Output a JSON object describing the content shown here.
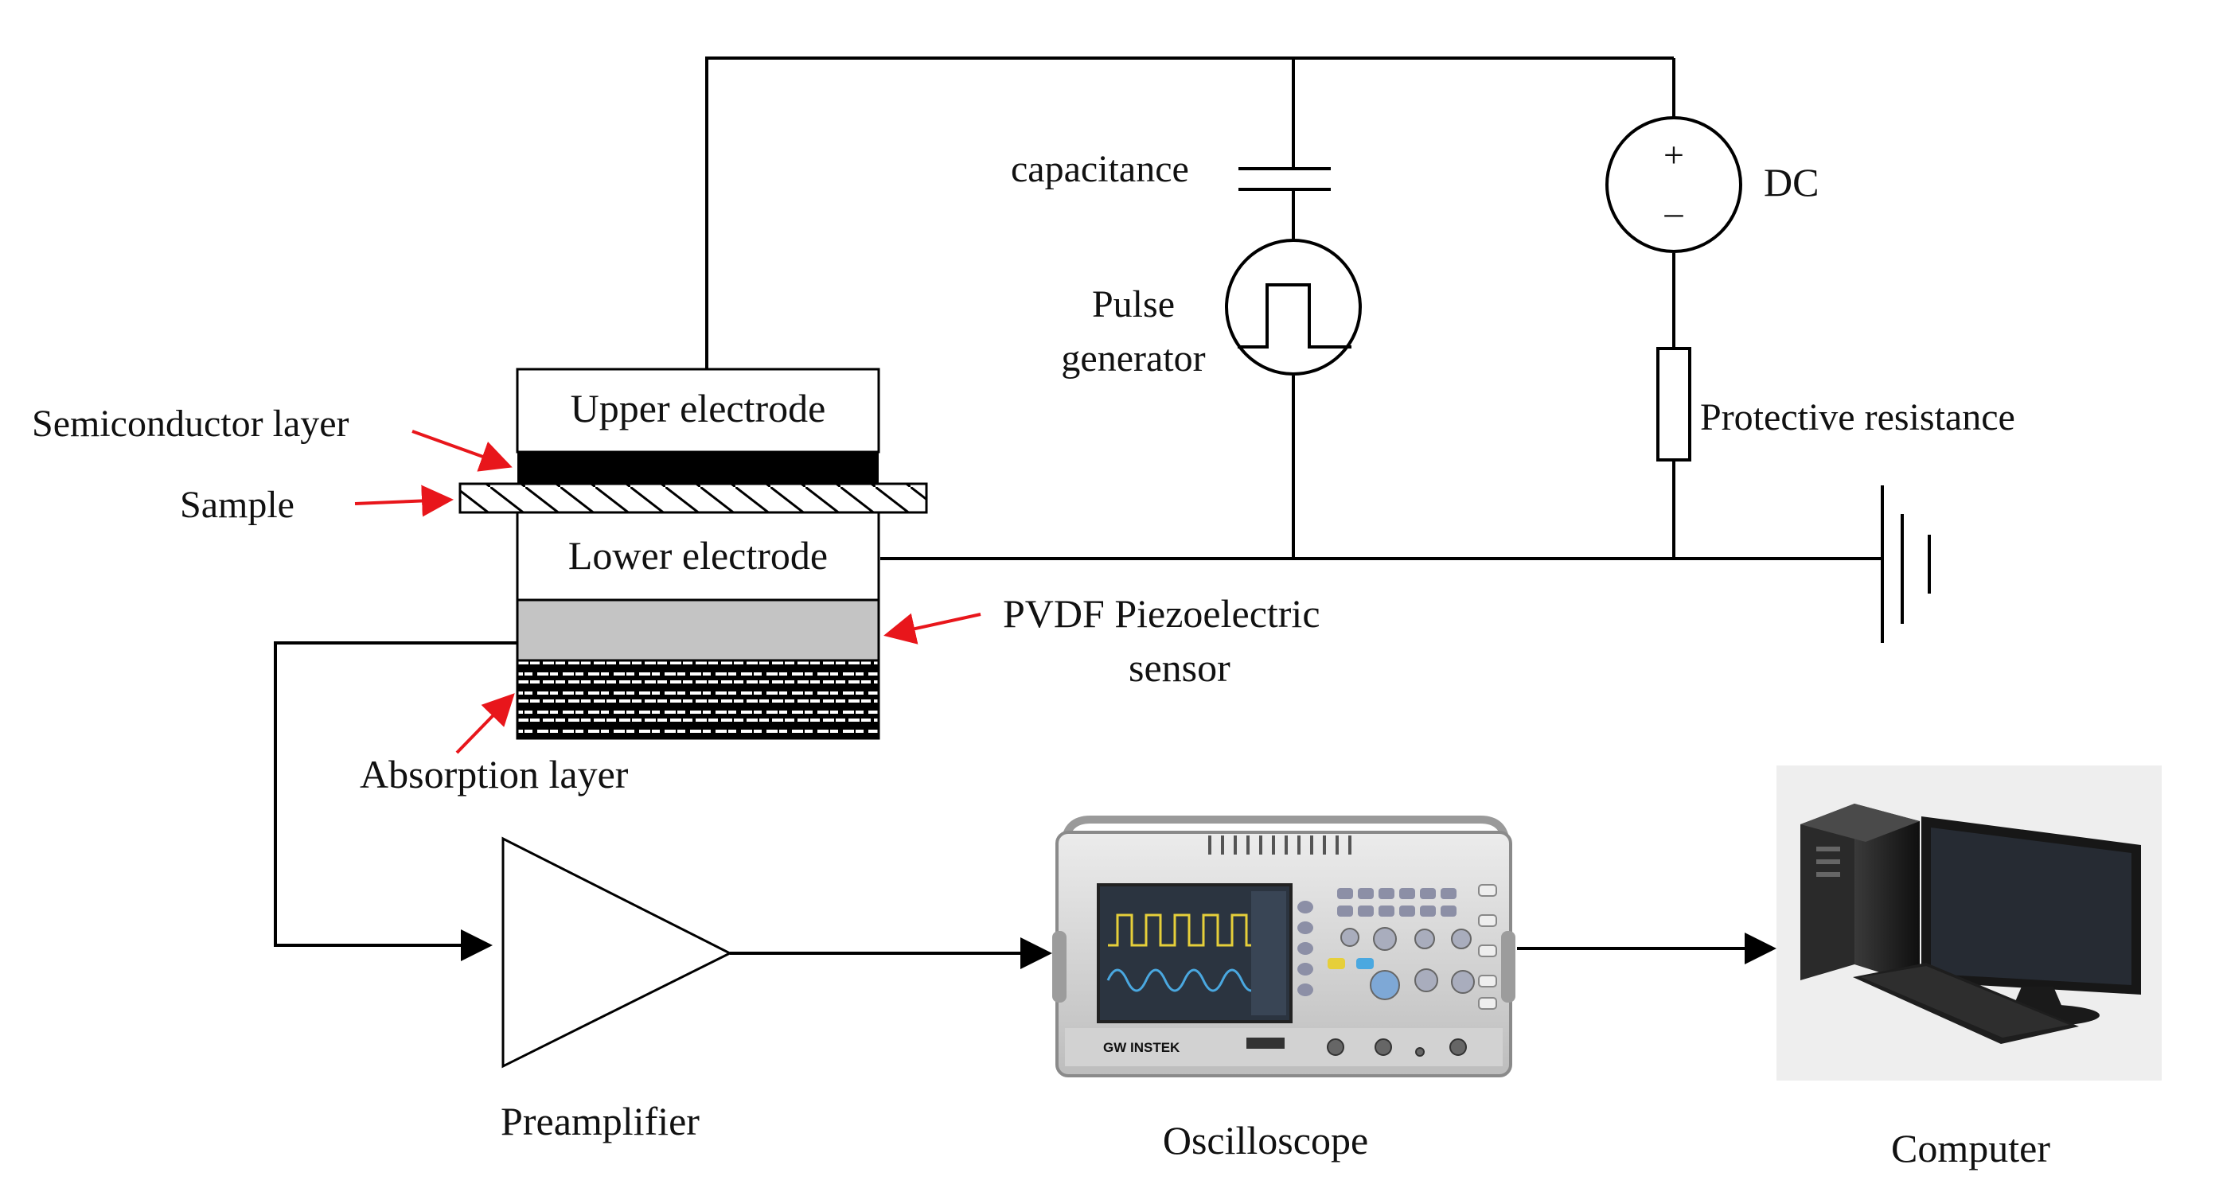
{
  "labels": {
    "upper_electrode": "Upper electrode",
    "lower_electrode": "Lower electrode",
    "semiconductor_layer": "Semiconductor layer",
    "sample": "Sample",
    "pvdf_line1": "PVDF Piezoelectric",
    "pvdf_line2": "sensor",
    "absorption_layer": "Absorption layer",
    "capacitance": "capacitance",
    "pulse_line1": "Pulse",
    "pulse_line2": "generator",
    "dc": "DC",
    "dc_plus": "+",
    "dc_minus": "–",
    "protective_resistance": "Protective resistance",
    "preamplifier": "Preamplifier",
    "oscilloscope": "Oscilloscope",
    "computer": "Computer"
  },
  "colors": {
    "line": "#000000",
    "arrow_red": "#e8161b",
    "sensor_gray": "#c4c4c4",
    "semiconductor_black": "#000000",
    "oscilloscope_body": "#dcdcdc",
    "oscilloscope_screen": "#2b3440",
    "trace_yellow": "#e6cf3a",
    "trace_blue": "#4aa8e0",
    "computer_bg": "#eeeeee",
    "computer_dark": "#1e1e1e"
  },
  "oscilloscope_ui": {
    "brand": "GW INSTEK"
  }
}
